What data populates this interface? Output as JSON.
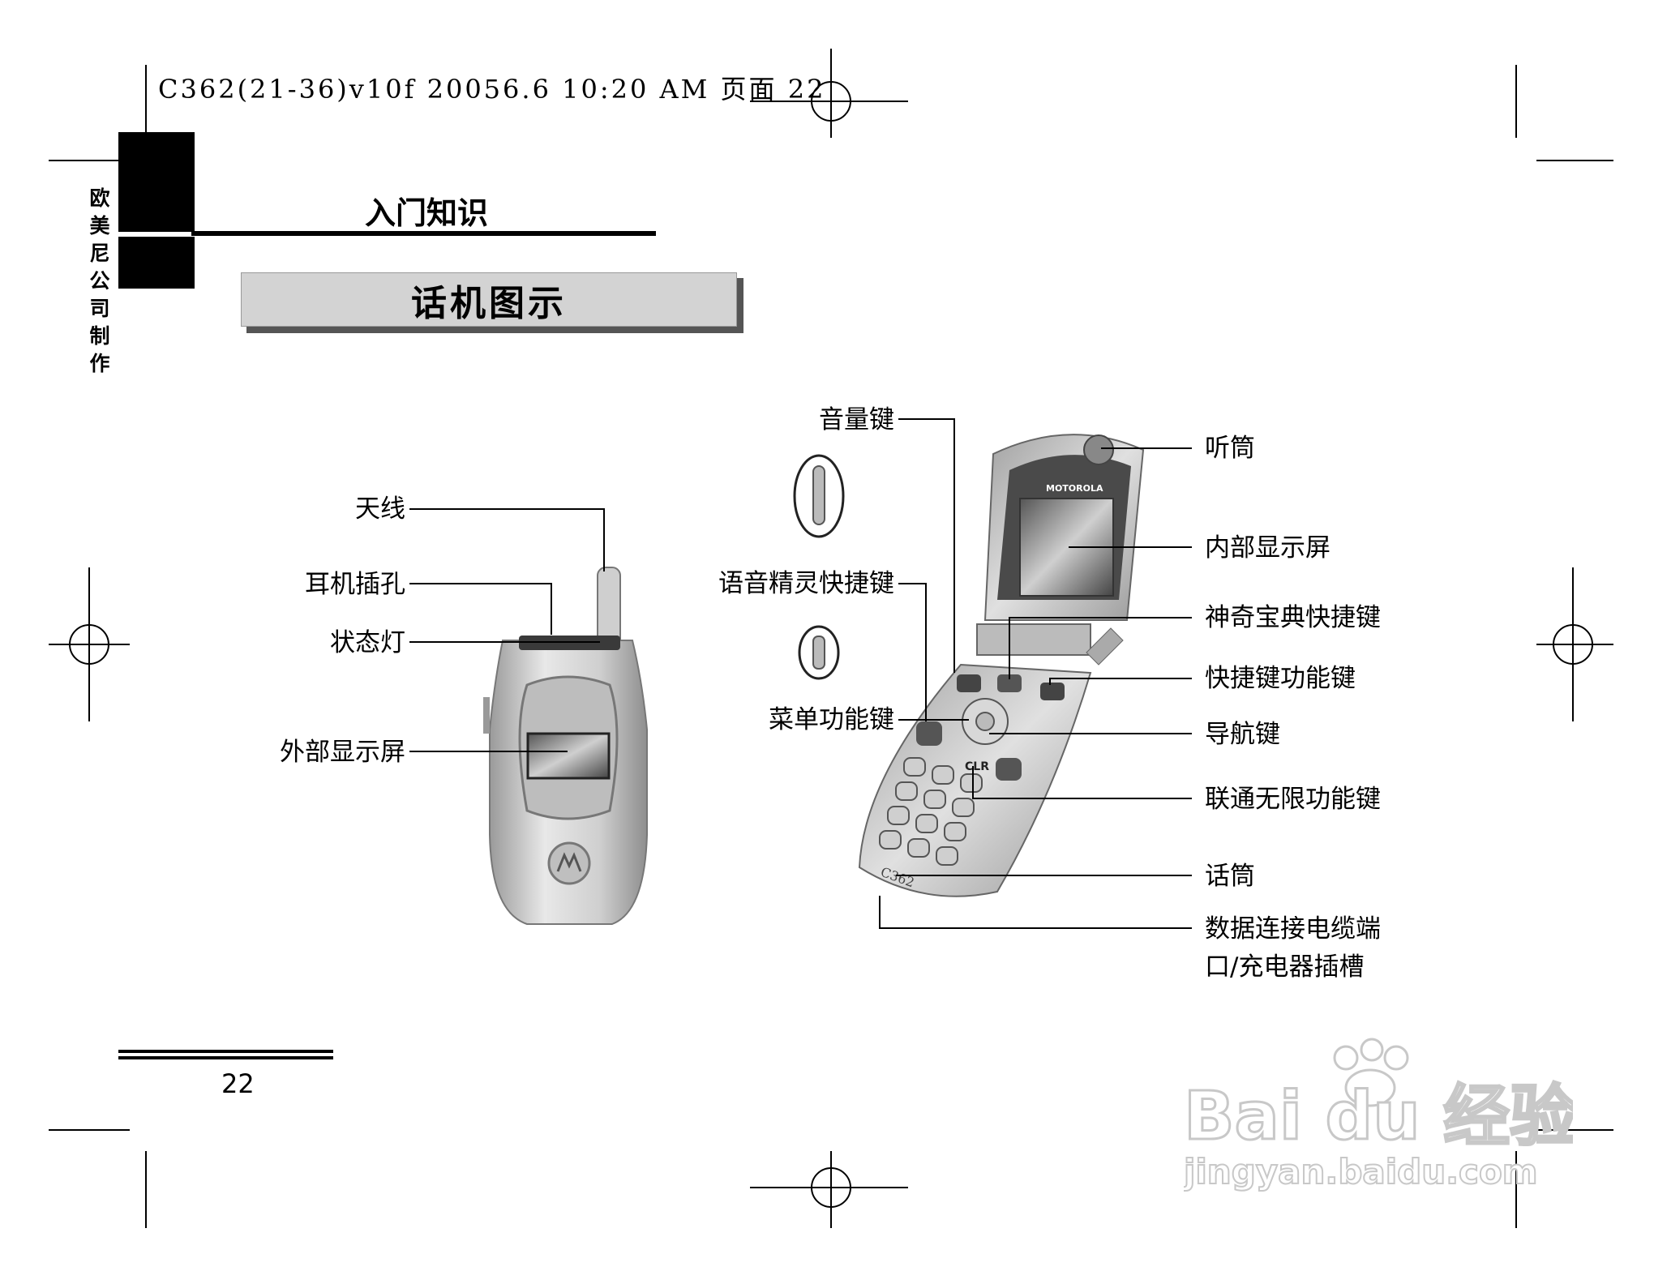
{
  "header": {
    "print_info": "C362(21-36)v10f  20056.6  10:20 AM 页面 22"
  },
  "sidebar": {
    "chars": [
      "欧",
      "美",
      "尼",
      "公",
      "司",
      "制",
      "作"
    ]
  },
  "section": {
    "label": "入门知识",
    "title": "话机图示"
  },
  "left_labels": {
    "antenna": "天线",
    "headset_jack": "耳机插孔",
    "status_light": "状态灯",
    "external_display": "外部显示屏"
  },
  "middle_labels": {
    "volume_key": "音量键",
    "voice_key": "语音精灵快捷键",
    "menu_key": "菜单功能键"
  },
  "right_labels": {
    "earpiece": "听筒",
    "internal_display": "内部显示屏",
    "magic_key": "神奇宝典快捷键",
    "soft_keys": "快捷键功能键",
    "nav_key": "导航键",
    "unicom_key": "联通无限功能键",
    "microphone": "话筒",
    "data_port_line1": "数据连接电缆端",
    "data_port_line2": "口/充电器插槽"
  },
  "phone": {
    "brand": "MOTOROLA",
    "model": "C362",
    "clear_key": "CLR"
  },
  "footer": {
    "page_number": "22"
  },
  "watermark": {
    "brand": "Bai du 经验",
    "site": "jingyan.baidu.com"
  }
}
